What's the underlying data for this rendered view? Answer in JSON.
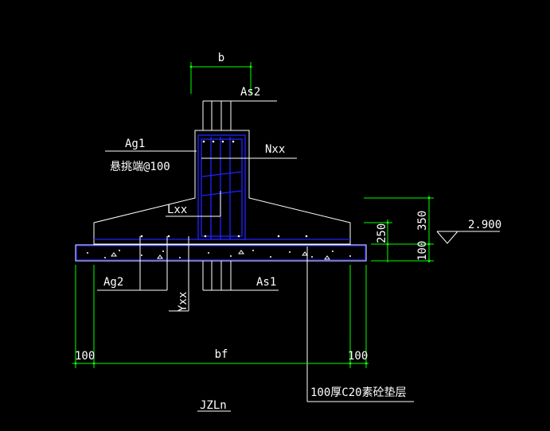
{
  "drawing": {
    "dim_b": "b",
    "label_as2": "As2",
    "label_ag1": "Ag1",
    "label_hanging": "悬挑端@100",
    "label_nxx": "Nxx",
    "label_lxx": "Lxx",
    "dim_350": "350",
    "dim_250": "250",
    "dim_100_right": "100",
    "elevation": "2.900",
    "label_ag2": "Ag2",
    "label_yxx": "Yxx",
    "label_as1": "As1",
    "dim_100_left": "100",
    "dim_bf": "bf",
    "dim_100_bottom": "100",
    "label_cushion": "100厚C20素砼垫层",
    "label_name": "JZLn"
  },
  "colors": {
    "background": "#000000",
    "outline": "#ffffff",
    "dimension": "#00ff00",
    "rebar": "#2222ff"
  }
}
